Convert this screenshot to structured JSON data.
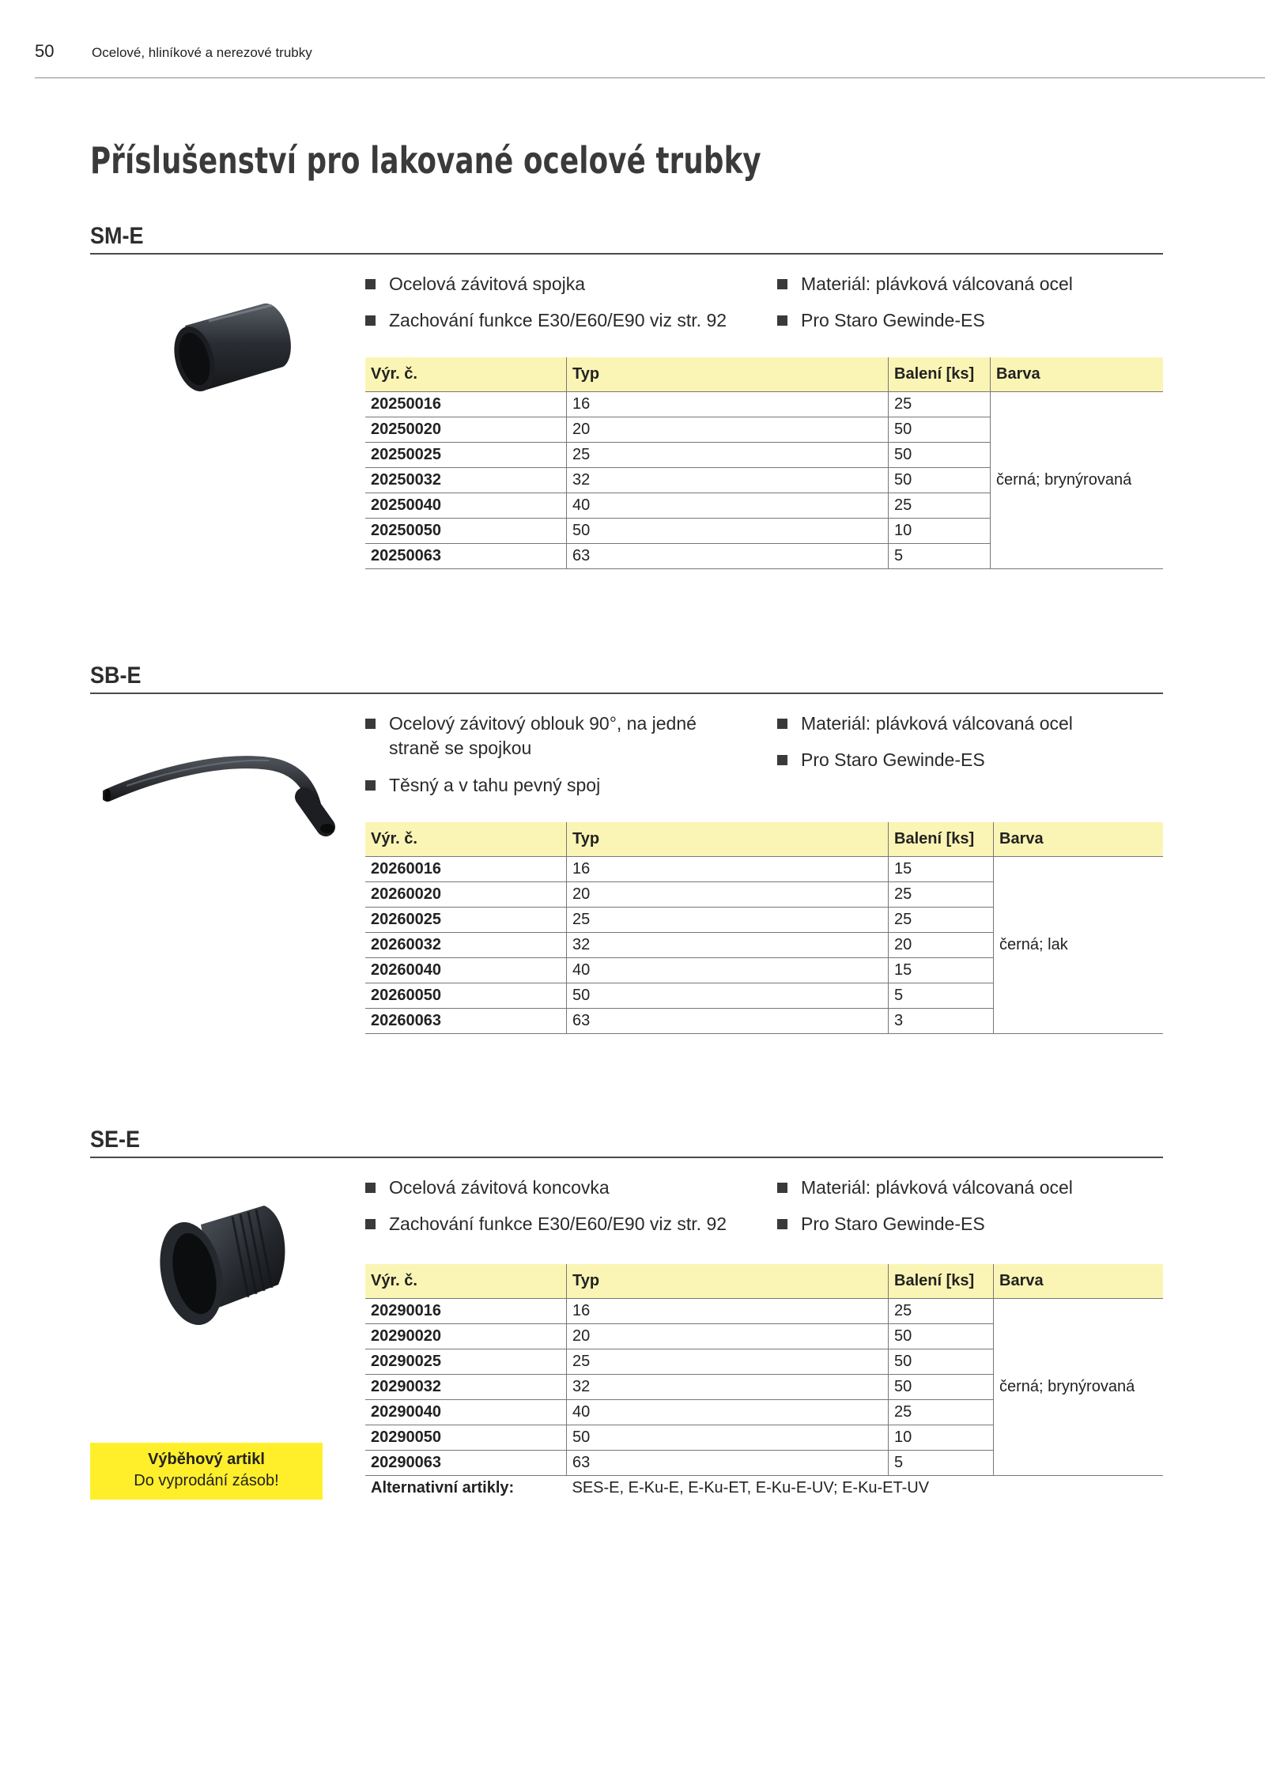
{
  "header": {
    "page_number": "50",
    "running_title": "Ocelové, hliníkové a nerezové trubky"
  },
  "page_title": "Příslušenství pro lakované ocelové trubky",
  "table_headers": {
    "article": "Výr. č.",
    "type": "Typ",
    "pack": "Balení [ks]",
    "colour": "Barva"
  },
  "sections": [
    {
      "title": "SM-E",
      "image_icon": "threaded-coupling-icon",
      "features": [
        "Ocelová závitová spojka",
        "Zachování funkce E30/E60/E90 viz str. 92",
        "Materiál: plávková válcovaná ocel",
        "Pro Staro Gewinde-ES"
      ],
      "colour": "černá; brynýrovaná",
      "rows": [
        {
          "article": "20250016",
          "type": "16",
          "pack": "25"
        },
        {
          "article": "20250020",
          "type": "20",
          "pack": "50"
        },
        {
          "article": "20250025",
          "type": "25",
          "pack": "50"
        },
        {
          "article": "20250032",
          "type": "32",
          "pack": "50"
        },
        {
          "article": "20250040",
          "type": "40",
          "pack": "25"
        },
        {
          "article": "20250050",
          "type": "50",
          "pack": "10"
        },
        {
          "article": "20250063",
          "type": "63",
          "pack": "5"
        }
      ]
    },
    {
      "title": "SB-E",
      "image_icon": "threaded-bend-icon",
      "features": [
        "Ocelový závitový oblouk 90°, na jedné straně se spojkou",
        "Těsný a v tahu pevný spoj",
        "Materiál: plávková válcovaná ocel",
        "Pro Staro Gewinde-ES"
      ],
      "colour": "černá; lak",
      "rows": [
        {
          "article": "20260016",
          "type": "16",
          "pack": "15"
        },
        {
          "article": "20260020",
          "type": "20",
          "pack": "25"
        },
        {
          "article": "20260025",
          "type": "25",
          "pack": "25"
        },
        {
          "article": "20260032",
          "type": "32",
          "pack": "20"
        },
        {
          "article": "20260040",
          "type": "40",
          "pack": "15"
        },
        {
          "article": "20260050",
          "type": "50",
          "pack": "5"
        },
        {
          "article": "20260063",
          "type": "63",
          "pack": "3"
        }
      ]
    },
    {
      "title": "SE-E",
      "image_icon": "threaded-end-piece-icon",
      "features": [
        "Ocelová závitová koncovka",
        "Zachování funkce E30/E60/E90 viz str. 92",
        "Materiál: plávková válcovaná ocel",
        "Pro Staro Gewinde-ES"
      ],
      "colour": "černá; brynýrovaná",
      "rows": [
        {
          "article": "20290016",
          "type": "16",
          "pack": "25"
        },
        {
          "article": "20290020",
          "type": "20",
          "pack": "50"
        },
        {
          "article": "20290025",
          "type": "25",
          "pack": "50"
        },
        {
          "article": "20290032",
          "type": "32",
          "pack": "50"
        },
        {
          "article": "20290040",
          "type": "40",
          "pack": "25"
        },
        {
          "article": "20290050",
          "type": "50",
          "pack": "10"
        },
        {
          "article": "20290063",
          "type": "63",
          "pack": "5"
        }
      ],
      "alternatives_label": "Alternativní artikly:",
      "alternatives": "SES-E, E-Ku-E, E-Ku-ET, E-Ku-E-UV; E-Ku-ET-UV"
    }
  ],
  "notice": {
    "title": "Výběhový artikl",
    "subtitle": "Do vyprodání zásob!"
  }
}
